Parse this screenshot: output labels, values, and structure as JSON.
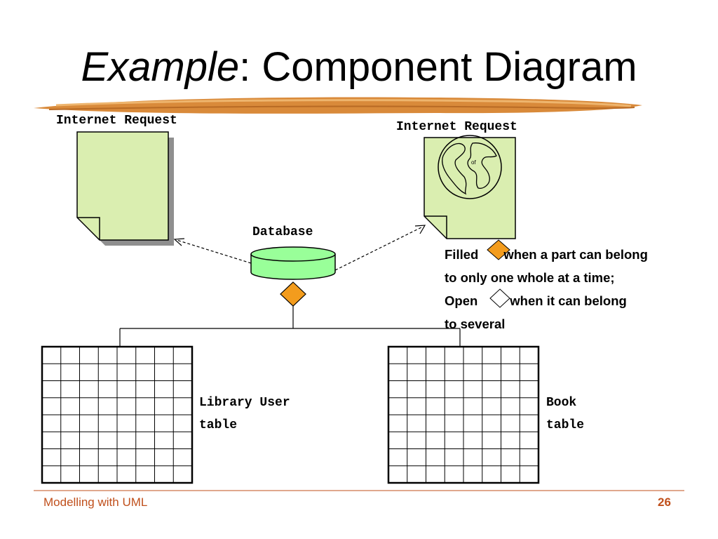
{
  "title": {
    "italic_part": "Example",
    "rest": ": Component Diagram"
  },
  "diagram": {
    "left_page_label": "Internet Request",
    "right_page_label": "Internet Request",
    "database_label": "Database",
    "library_table_label_line1": "Library User",
    "library_table_label_line2": "table",
    "book_table_label_line1": "Book",
    "book_table_label_line2": "table"
  },
  "note": {
    "line1_before": "Filled",
    "line1_after": "when a part can belong",
    "line2": "to only one whole at a time;",
    "line3_before": "Open",
    "line3_after": "when it can belong",
    "line4": "to several"
  },
  "footer": {
    "left": "Modelling with UML",
    "page": "26"
  },
  "colors": {
    "page_fill": "#daeeb0",
    "database_fill": "#99ff99",
    "diamond_fill": "#f39c1d",
    "accent": "#c0501c"
  },
  "icons": [
    "globe-icon",
    "filled-diamond-icon",
    "open-diamond-icon"
  ]
}
